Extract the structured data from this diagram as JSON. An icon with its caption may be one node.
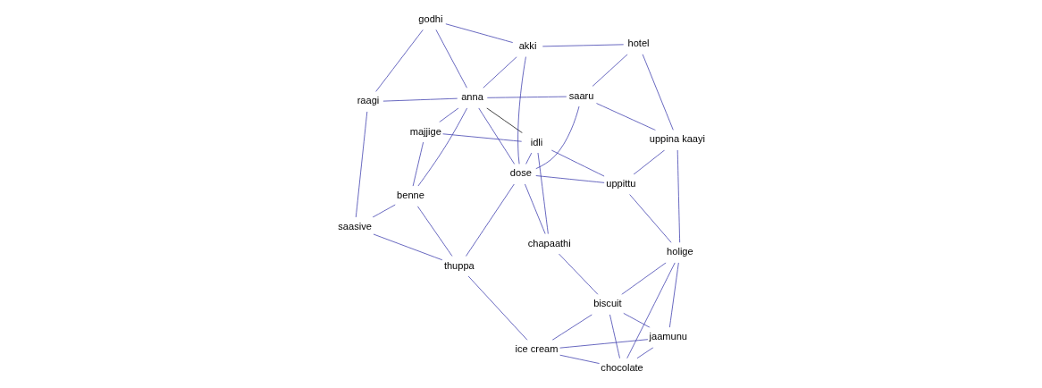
{
  "diagram": {
    "nodes": [
      {
        "text": [
          "jaamunu"
        ]
      },
      {
        "text": [
          "biscuit"
        ]
      },
      {
        "text": [
          "chocolate"
        ]
      },
      {
        "text": [
          "ice cream"
        ]
      },
      {
        "text": [
          "chapaathi"
        ]
      },
      {
        "text": [
          "holige"
        ]
      },
      {
        "text": [
          "majjige"
        ]
      },
      {
        "text": [
          "idli"
        ]
      },
      {
        "text": [
          "thuppa"
        ]
      },
      {
        "text": [
          "uppittu"
        ]
      },
      {
        "text": [
          "benne"
        ]
      },
      {
        "text": [
          "dose"
        ]
      },
      {
        "text": [
          "anna"
        ]
      },
      {
        "text": [
          "uppina kaayi"
        ]
      },
      {
        "text": [
          "saasive"
        ]
      },
      {
        "text": [
          "saaru"
        ]
      },
      {
        "text": [
          "akki"
        ]
      },
      {
        "text": [
          "raagi"
        ]
      },
      {
        "text": [
          "hotel"
        ]
      },
      {
        "text": [
          "godhi"
        ]
      }
    ],
    "edges": [
      {
        "from": 0,
        "to": 1,
        "arrow": "none"
      },
      {
        "from": 0,
        "to": 2,
        "arrow": "none"
      },
      {
        "from": 0,
        "to": 3,
        "arrow": "none"
      },
      {
        "from": 0,
        "to": 5,
        "arrow": "none"
      },
      {
        "from": 1,
        "to": 2,
        "arrow": "none"
      },
      {
        "from": 1,
        "to": 3,
        "arrow": "none"
      },
      {
        "from": 1,
        "to": 5,
        "arrow": "none"
      },
      {
        "from": 1,
        "to": 4,
        "arrow": "none"
      },
      {
        "from": 2,
        "to": 3,
        "arrow": "none"
      },
      {
        "from": 2,
        "to": 5,
        "arrow": "none"
      },
      {
        "from": 3,
        "to": 8,
        "arrow": "none"
      },
      {
        "from": 4,
        "to": 7,
        "arrow": "none"
      },
      {
        "from": 4,
        "to": 11,
        "arrow": "none"
      },
      {
        "from": 5,
        "to": 9,
        "arrow": "none"
      },
      {
        "from": 5,
        "to": 13,
        "arrow": "none"
      },
      {
        "from": 9,
        "to": 13,
        "arrow": "none"
      },
      {
        "from": 9,
        "to": 7,
        "arrow": "none"
      },
      {
        "from": 9,
        "to": 11,
        "arrow": "none"
      },
      {
        "from": 7,
        "to": 11,
        "arrow": "none"
      },
      {
        "from": 7,
        "to": 12,
        "arrow": "none",
        "color": "#000000"
      },
      {
        "from": 7,
        "to": 6,
        "arrow": "none"
      },
      {
        "from": 11,
        "to": 8,
        "arrow": "none"
      },
      {
        "from": 11,
        "to": 12,
        "arrow": "none"
      },
      {
        "from": 11,
        "to": 15,
        "arrow": "none"
      },
      {
        "from": 11,
        "to": 16,
        "arrow": "none"
      },
      {
        "from": 13,
        "to": 15,
        "arrow": "none"
      },
      {
        "from": 13,
        "to": 18,
        "arrow": "none"
      },
      {
        "from": 15,
        "to": 12,
        "arrow": "none"
      },
      {
        "from": 15,
        "to": 18,
        "arrow": "none"
      },
      {
        "from": 18,
        "to": 16,
        "arrow": "none"
      },
      {
        "from": 16,
        "to": 12,
        "arrow": "none"
      },
      {
        "from": 16,
        "to": 19,
        "arrow": "none"
      },
      {
        "from": 12,
        "to": 6,
        "arrow": "none"
      },
      {
        "from": 12,
        "to": 10,
        "arrow": "none"
      },
      {
        "from": 12,
        "to": 17,
        "arrow": "none"
      },
      {
        "from": 12,
        "to": 19,
        "arrow": "none"
      },
      {
        "from": 8,
        "to": 10,
        "arrow": "none"
      },
      {
        "from": 8,
        "to": 14,
        "arrow": "none"
      },
      {
        "from": 6,
        "to": 10,
        "arrow": "none"
      },
      {
        "from": 10,
        "to": 14,
        "arrow": "none"
      },
      {
        "from": 14,
        "to": 17,
        "arrow": "none"
      },
      {
        "from": 17,
        "to": 19,
        "arrow": "none"
      }
    ]
  }
}
